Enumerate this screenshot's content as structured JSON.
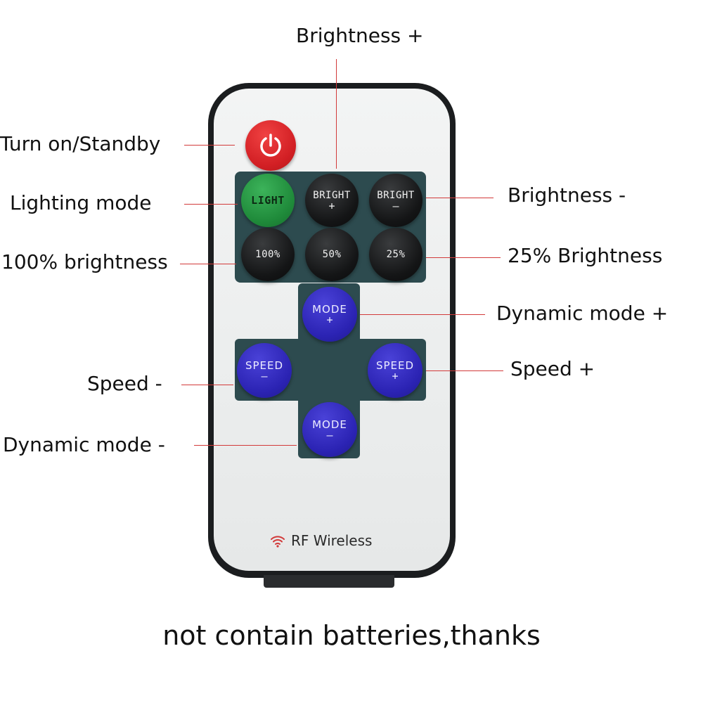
{
  "remote": {
    "buttons": {
      "power": {
        "icon": "power-icon"
      },
      "light": {
        "line1": "LIGHT",
        "line2": ""
      },
      "bright_plus": {
        "line1": "BRIGHT",
        "line2": "+"
      },
      "bright_minus": {
        "line1": "BRIGHT",
        "line2": "—"
      },
      "pct_100": {
        "line1": "100%",
        "line2": ""
      },
      "pct_50": {
        "line1": "50%",
        "line2": ""
      },
      "pct_25": {
        "line1": "25%",
        "line2": ""
      },
      "mode_plus": {
        "line1": "MODE",
        "line2": "+"
      },
      "mode_minus": {
        "line1": "MODE",
        "line2": "—"
      },
      "speed_minus": {
        "line1": "SPEED",
        "line2": "—"
      },
      "speed_plus": {
        "line1": "SPEED",
        "line2": "+"
      }
    },
    "footer_text": "RF Wireless",
    "footer_icon": "wifi-icon"
  },
  "callouts": {
    "brightness_plus": "Brightness +",
    "turn_on": "Turn on/Standby",
    "lighting_mode": "Lighting mode",
    "brightness_minus": "Brightness -",
    "hundred_brightness": "100% brightness",
    "quarter_brightness": "25% Brightness",
    "dynamic_plus": "Dynamic mode +",
    "speed_minus": "Speed -",
    "speed_plus": "Speed +",
    "dynamic_minus": "Dynamic mode -"
  },
  "caption": "not contain batteries,thanks",
  "colors": {
    "callout_line": "#d23a3a",
    "panel": "#2d4b4f",
    "power_button": "#d21f24",
    "light_button": "#1f8a3a",
    "mode_speed_buttons": "#2b23b3",
    "dark_buttons": "#141516"
  }
}
